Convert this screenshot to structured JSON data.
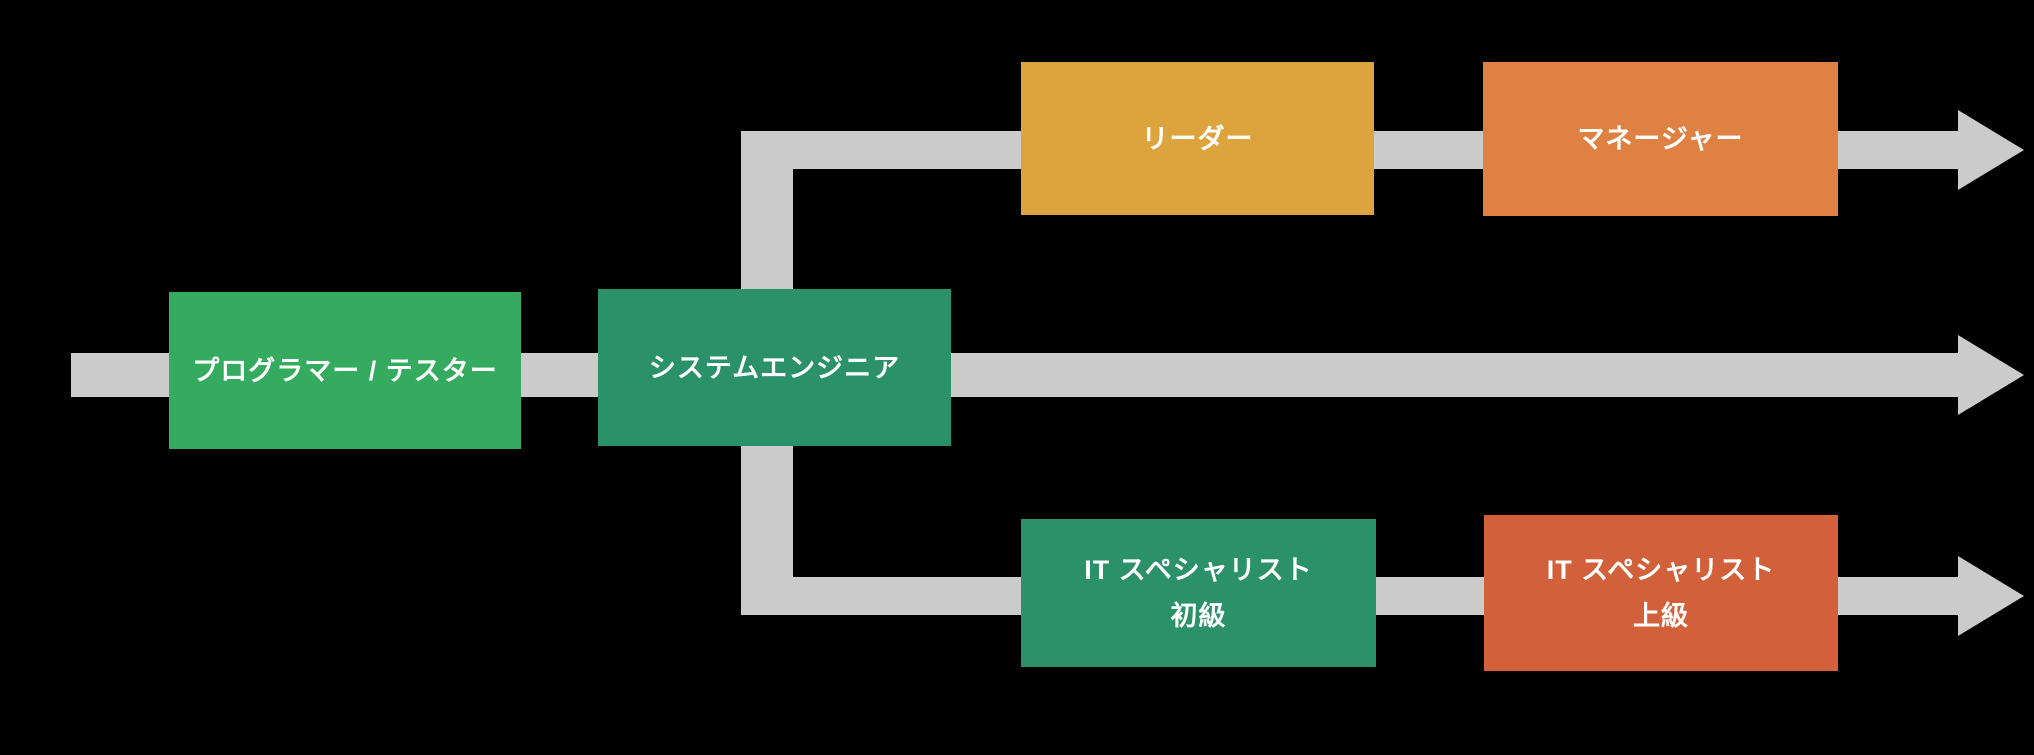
{
  "diagram": {
    "description": "IT career path flowchart",
    "background_color": "#000000",
    "connector_color": "#cbcbcb",
    "text_color": "#ffffff",
    "nodes": [
      {
        "id": "programmer-tester",
        "label": "プログラマー / テスター",
        "color": "#34ab5f"
      },
      {
        "id": "system-engineer",
        "label": "システムエンジニア",
        "color": "#2a9168"
      },
      {
        "id": "leader",
        "label": "リーダー",
        "color": "#dda43e"
      },
      {
        "id": "manager",
        "label": "マネージャー",
        "color": "#df8142"
      },
      {
        "id": "it-specialist-junior",
        "label": "IT スペシャリスト",
        "sublabel": "初級",
        "color": "#2a9168"
      },
      {
        "id": "it-specialist-senior",
        "label": "IT スペシャリスト",
        "sublabel": "上級",
        "color": "#d2613b"
      }
    ],
    "edges": [
      {
        "from": "start-left",
        "to": "programmer-tester"
      },
      {
        "from": "programmer-tester",
        "to": "system-engineer"
      },
      {
        "from": "system-engineer",
        "to": "leader"
      },
      {
        "from": "leader",
        "to": "manager"
      },
      {
        "from": "manager",
        "to": "exit-arrow-top"
      },
      {
        "from": "system-engineer",
        "to": "exit-arrow-middle"
      },
      {
        "from": "system-engineer",
        "to": "it-specialist-junior"
      },
      {
        "from": "it-specialist-junior",
        "to": "it-specialist-senior"
      },
      {
        "from": "it-specialist-senior",
        "to": "exit-arrow-bottom"
      }
    ]
  }
}
